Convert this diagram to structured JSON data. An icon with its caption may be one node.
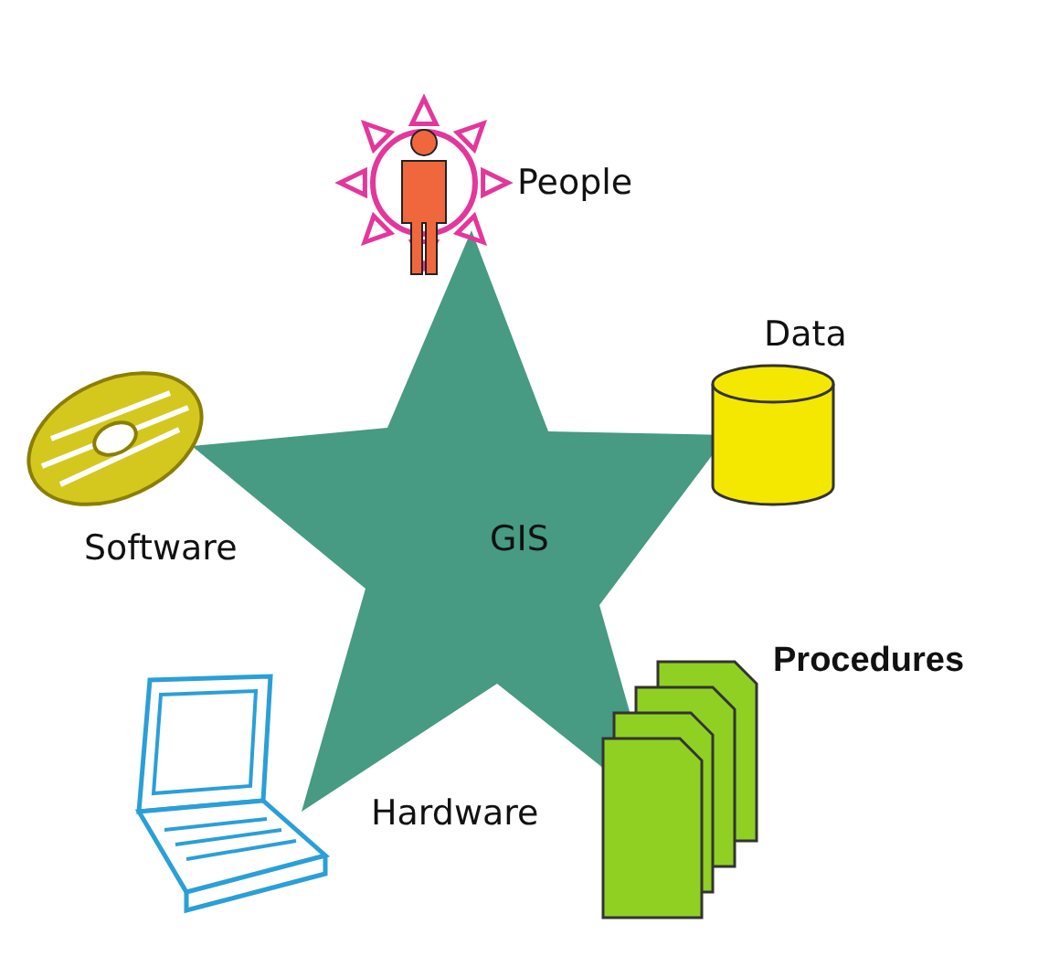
{
  "diagram": {
    "nodes": [
      {
        "text": [
          "GIS"
        ]
      }
    ],
    "labels": [
      "People",
      "Data",
      "Software",
      "Procedures",
      "Hardware"
    ]
  }
}
